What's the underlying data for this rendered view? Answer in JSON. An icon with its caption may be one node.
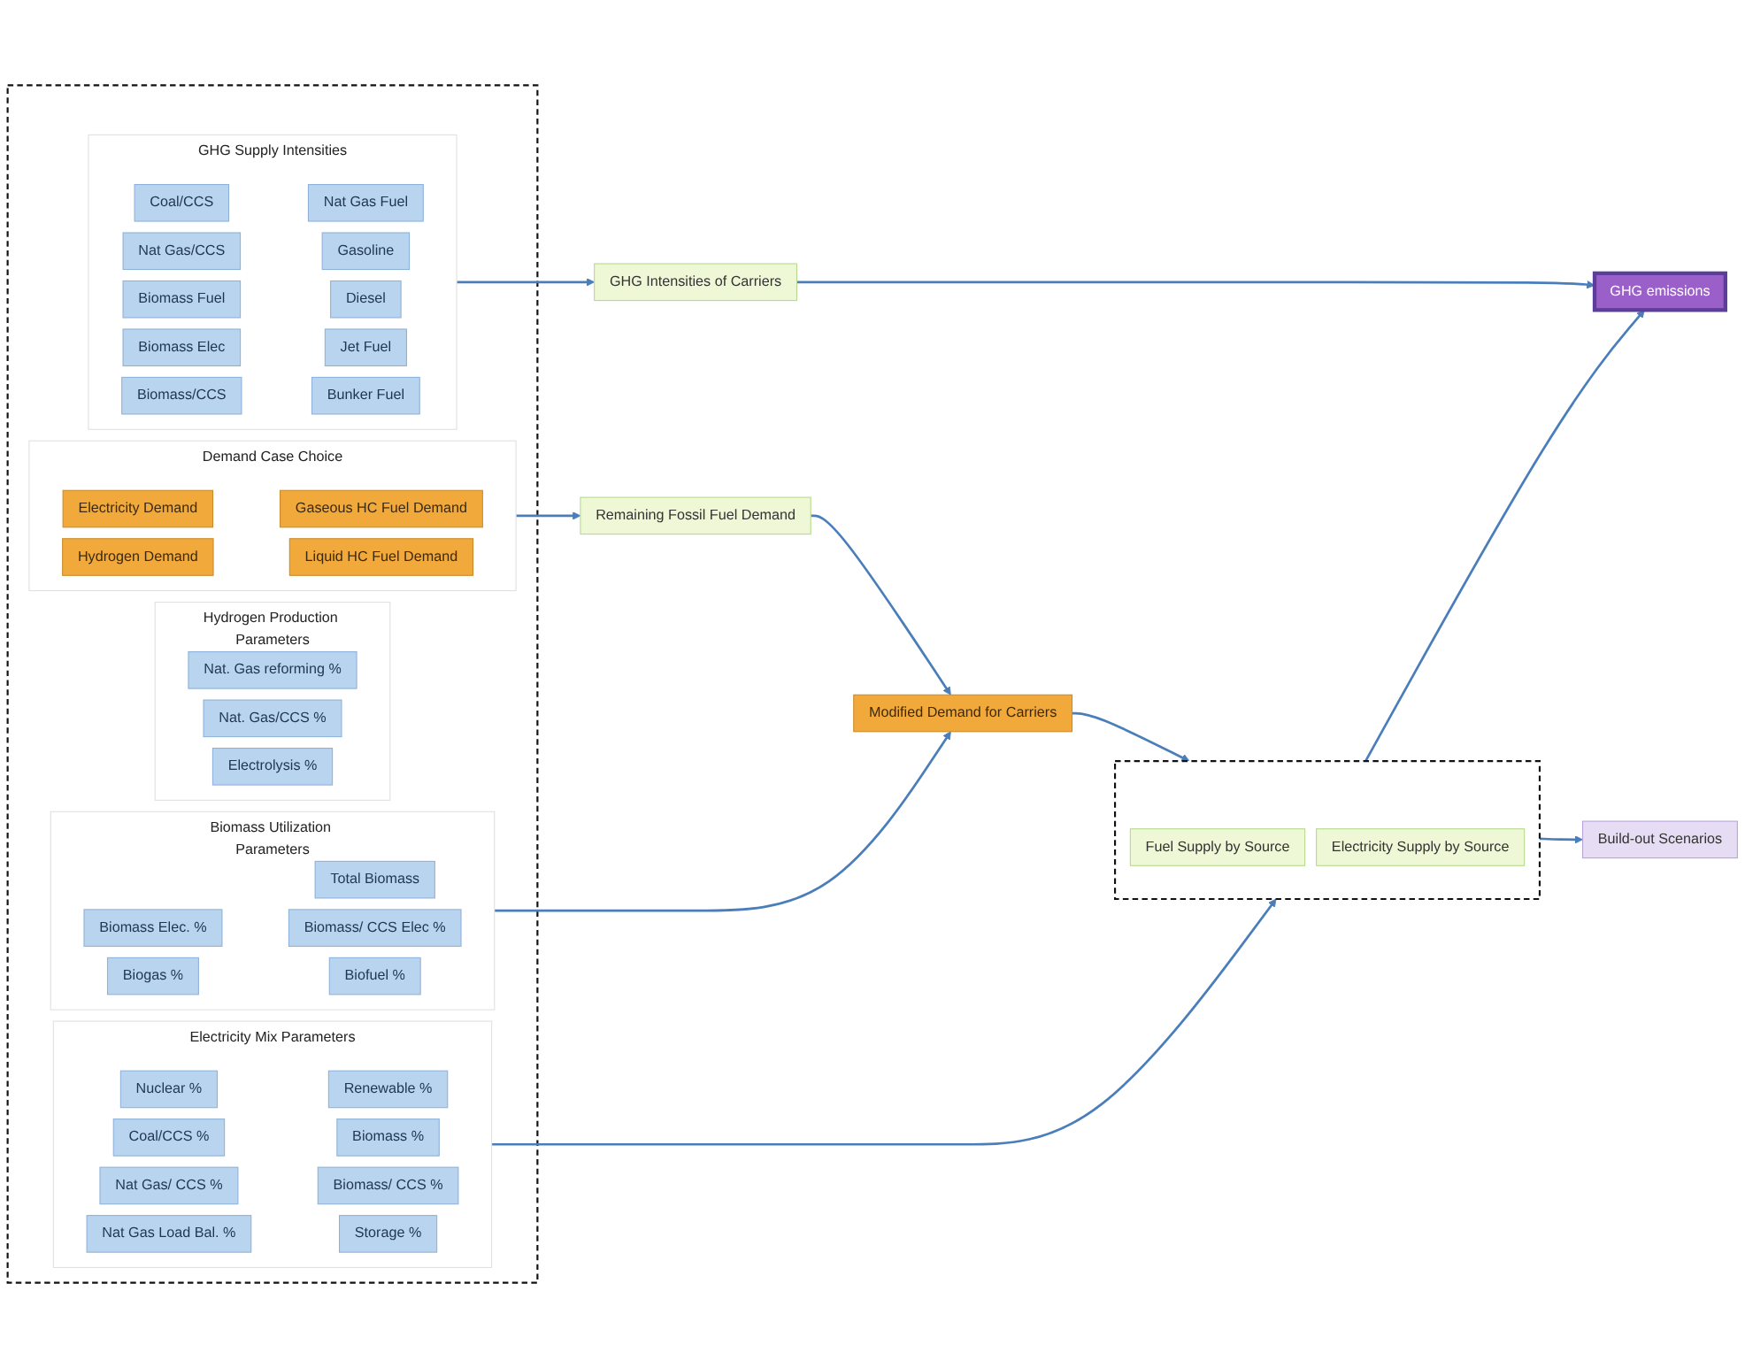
{
  "diagram": {
    "nodes": [
      {
        "text": [],
        "shape": "box"
      },
      {
        "text": [
          "Demand Case Choice"
        ],
        "in": 0
      },
      {
        "text": [
          "Electricity Demand"
        ],
        "in": 1
      },
      {
        "text": [
          "Gaseous HC Fuel Demand"
        ],
        "in": 1
      },
      {
        "text": [
          "Hydrogen Demand"
        ],
        "in": 1
      },
      {
        "text": [
          "Liquid HC Fuel Demand"
        ],
        "in": 1
      },
      {
        "text": [
          "Biomass Utilization Parameters"
        ],
        "in": 0
      },
      {
        "text": [
          "Total Biomass"
        ],
        "in": 6
      },
      {
        "text": [
          "Biomass Elec. %"
        ],
        "in": 6
      },
      {
        "text": [
          "Biomass/ CCS Elec %"
        ],
        "in": 6
      },
      {
        "text": [
          "Biogas %"
        ],
        "in": 6
      },
      {
        "text": [
          "Biofuel %"
        ],
        "in": 6
      },
      {
        "text": [
          "Hydrogen Production Parameters"
        ],
        "in": 0
      },
      {
        "text": [
          "Nat. Gas reforming %"
        ],
        "in": 12
      },
      {
        "text": [
          "Nat. Gas/CCS %"
        ],
        "in": 12
      },
      {
        "text": [
          "Electrolysis %"
        ],
        "in": 12
      },
      {
        "text": [
          "Electricity Mix Parameters"
        ],
        "in": 0
      },
      {
        "text": [
          "Nuclear %"
        ],
        "in": 16
      },
      {
        "text": [
          "Renewable %"
        ],
        "in": 16
      },
      {
        "text": [
          "Coal/CCS %"
        ],
        "in": 16
      },
      {
        "text": [
          "Biomass %"
        ],
        "in": 16
      },
      {
        "text": [
          "Nat Gas/ CCS %"
        ],
        "in": 16
      },
      {
        "text": [
          "Biomass/ CCS %"
        ],
        "in": 16
      },
      {
        "text": [
          "Nat Gas Load Bal. %"
        ],
        "in": 16
      },
      {
        "text": [
          "Storage %"
        ],
        "in": 16
      },
      {
        "text": [
          "GHG Supply Intensities"
        ],
        "in": 0
      },
      {
        "text": [
          "Coal/CCS"
        ],
        "in": 25
      },
      {
        "text": [
          "Nat Gas Fuel"
        ],
        "in": 25
      },
      {
        "text": [
          "Nat Gas/CCS"
        ],
        "in": 25
      },
      {
        "text": [
          "Gasoline"
        ],
        "in": 25
      },
      {
        "text": [
          "Biomass Fuel"
        ],
        "in": 25
      },
      {
        "text": [
          "Diesel"
        ],
        "in": 25
      },
      {
        "text": [
          "Biomass Elec"
        ],
        "in": 25
      },
      {
        "text": [
          "Jet Fuel"
        ],
        "in": 25
      },
      {
        "text": [
          "Biomass/CCS"
        ],
        "in": 25
      },
      {
        "text": [
          "Bunker Fuel"
        ],
        "in": 25
      },
      {
        "text": [
          "Remaining Fossil Fuel Demand"
        ]
      },
      {
        "text": [
          "Modified Demand for Carriers"
        ]
      },
      {
        "text": [],
        "shape": "box"
      },
      {
        "text": [
          "Fuel Supply by Source"
        ],
        "in": 38
      },
      {
        "text": [
          "Electricity Supply by Source"
        ],
        "in": 38
      },
      {
        "text": [
          "Build-out Scenarios"
        ]
      },
      {
        "text": [
          "GHG Intensities of Carriers"
        ]
      },
      {
        "text": [
          "GHG emissions"
        ]
      }
    ],
    "edges": [
      {
        "from": 1,
        "to": 36,
        "arrow": "to"
      },
      {
        "from": 36,
        "to": 37,
        "arrow": "to"
      },
      {
        "from": 6,
        "to": 37,
        "arrow": "to"
      },
      {
        "from": 37,
        "to": 38,
        "arrow": "to"
      },
      {
        "from": 16,
        "to": 38,
        "arrow": "to"
      },
      {
        "from": 38,
        "to": 41,
        "arrow": "to"
      },
      {
        "from": 38,
        "to": 43,
        "arrow": "to"
      },
      {
        "from": 25,
        "to": 42,
        "arrow": "to"
      },
      {
        "from": 42,
        "to": 43,
        "arrow": "to"
      }
    ]
  }
}
